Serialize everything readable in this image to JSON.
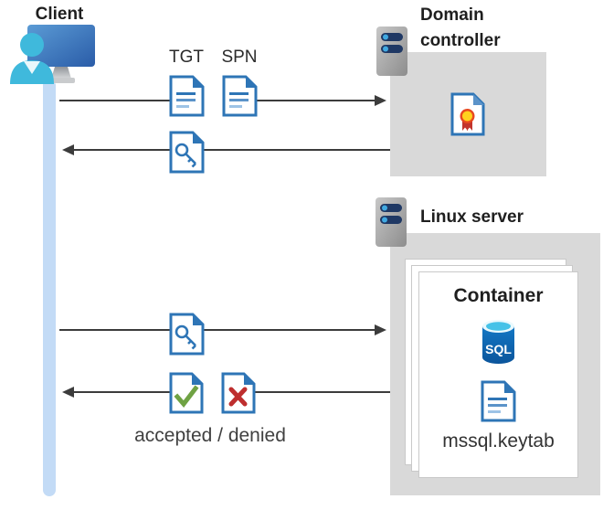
{
  "client": {
    "label": "Client"
  },
  "domain_controller": {
    "label": "Domain controller"
  },
  "linux_server": {
    "label": "Linux server"
  },
  "container": {
    "label": "Container",
    "sql_icon_text": "SQL",
    "keytab_file": "mssql.keytab"
  },
  "flows": {
    "tgt_label": "TGT",
    "spn_label": "SPN",
    "result_label": "accepted / denied"
  },
  "colors": {
    "doc_blue": "#2E75B6",
    "doc_line_light": "#9DC3E6",
    "check_green": "#6FA243",
    "cross_red": "#BE2E2E",
    "box_gray": "#D9D9D9",
    "lifeline_blue": "#C3DBF6",
    "arrow_gray": "#3C3C3C",
    "sql_blue": "#0E6FBE",
    "sql_top_cyan": "#45C2E8",
    "server_navy": "#1F3864",
    "server_dot_blue": "#41A9E1",
    "cert_gold": "#FFD21E",
    "cert_red": "#C2342C"
  }
}
